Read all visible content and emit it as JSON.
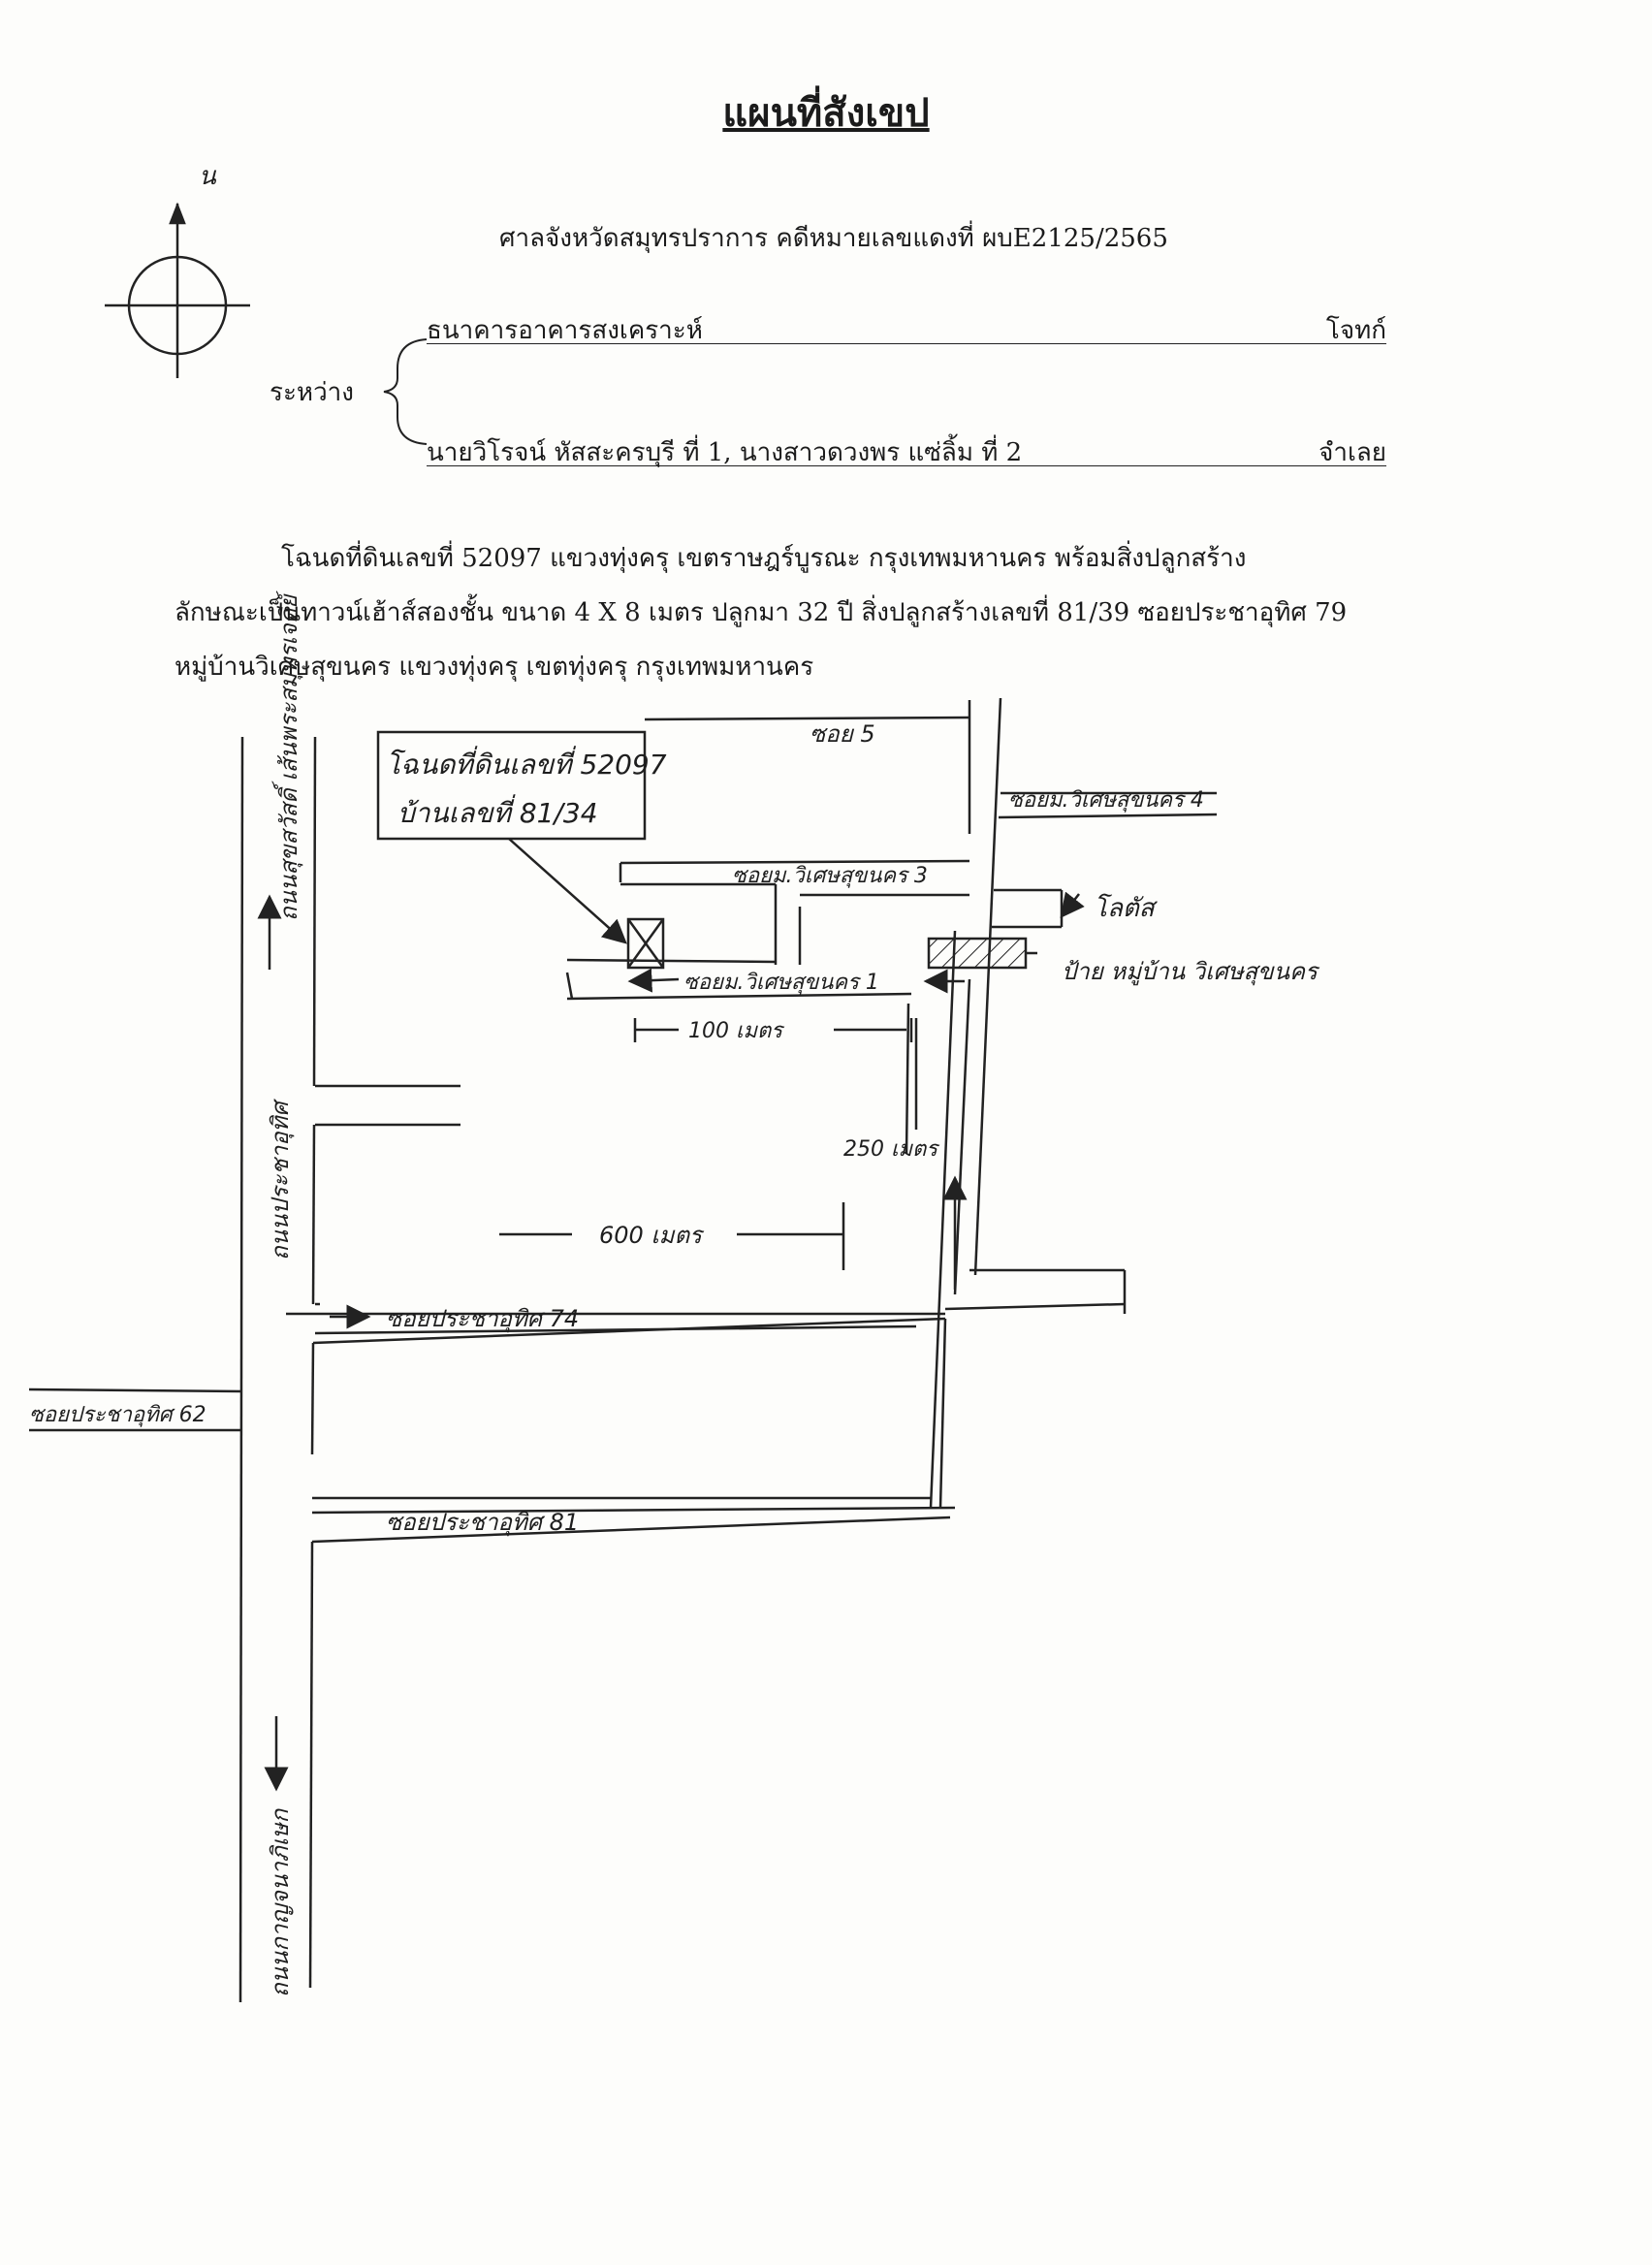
{
  "title": "แผนที่สังเขป",
  "north_label": "น",
  "court_line": "ศาลจังหวัดสมุทรปราการ  คดีหมายเลขแดงที่  ผบE2125/2565",
  "between_label": "ระหว่าง",
  "plaintiff": {
    "name": "ธนาคารอาคารสงเคราะห์",
    "role": "โจทก์"
  },
  "defendant": {
    "name": "นายวิโรจน์  หัสสะครบุรี ที่ 1, นางสาวดวงพร  แซ่ลิ้ม ที่ 2",
    "role": "จำเลย"
  },
  "description": {
    "line1": "โฉนดที่ดินเลขที่  52097 แขวงทุ่งครุ  เขตราษฎร์บูรณะ  กรุงเทพมหานคร พร้อมสิ่งปลูกสร้าง",
    "line2": "ลักษณะเป็นทาวน์เฮ้าส์สองชั้น  ขนาด 4  X 8 เมตร  ปลูกมา 32 ปี  สิ่งปลูกสร้างเลขที่ 81/39  ซอยประชาอุทิศ 79",
    "line3": "หมู่บ้านวิเศษสุขนคร แขวงทุ่งครุ เขตทุ่งครุ กรุงเทพมหานคร"
  },
  "map": {
    "callout_line1": "โฉนดที่ดินเลขที่ 52097",
    "callout_line2": "บ้านเลขที่ 81/34",
    "soi5": "ซอย 5",
    "visetsuk4": "ซอยม.วิเศษสุขนคร 4",
    "visetsuk3": "ซอยม.วิเศษสุขนคร 3",
    "visetsuk1": "ซอยม.วิเศษสุขนคร 1",
    "landmark_lotus": "โลตัส",
    "landmark_sign": "ป้าย หมู่บ้าน วิเศษสุขนคร",
    "dist_100": "100 เมตร",
    "dist_250": "250 เมตร",
    "dist_600": "600 เมตร",
    "soi74": "ซอยประชาอุทิศ 74",
    "soi62": "ซอยประชาอุทิศ 62",
    "soi81": "ซอยประชาอุทิศ 81",
    "road_top": "ถนนสุขสวัสดิ์ เส้นพระสมุทรเจดีย์",
    "road_mid": "ถนนประชาอุทิศ",
    "road_bottom": "ถนนกาญจนาภิเษก"
  }
}
